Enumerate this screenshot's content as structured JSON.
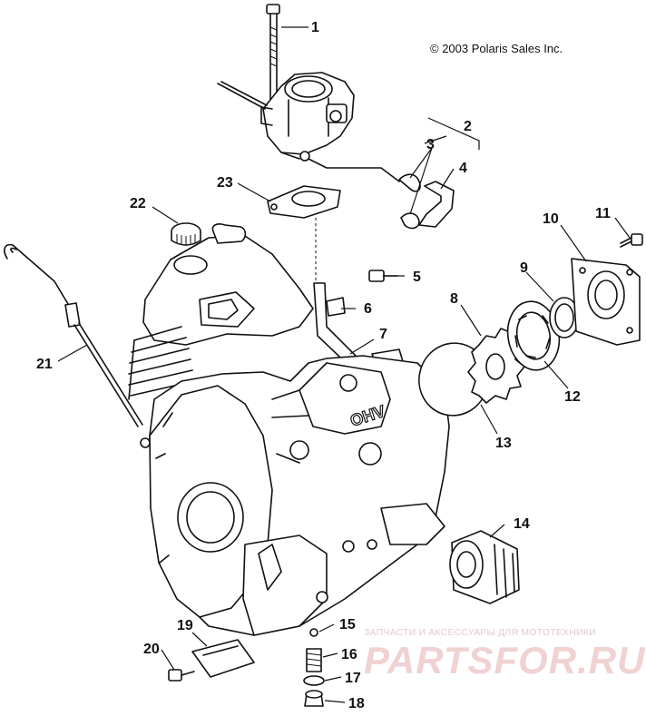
{
  "copyright": "© 2003 Polaris Sales Inc.",
  "watermark": {
    "tagline": "ЗАПЧАСТИ И АКСЕССУАРЫ ДЛЯ МОТОТЕХНИКИ",
    "logo": "PARTSFOR.RU"
  },
  "engine_text": "OHV",
  "callouts": [
    "1",
    "2",
    "3",
    "4",
    "5",
    "6",
    "7",
    "8",
    "9",
    "10",
    "11",
    "12",
    "13",
    "14",
    "15",
    "16",
    "17",
    "18",
    "19",
    "20",
    "21",
    "22",
    "23"
  ]
}
